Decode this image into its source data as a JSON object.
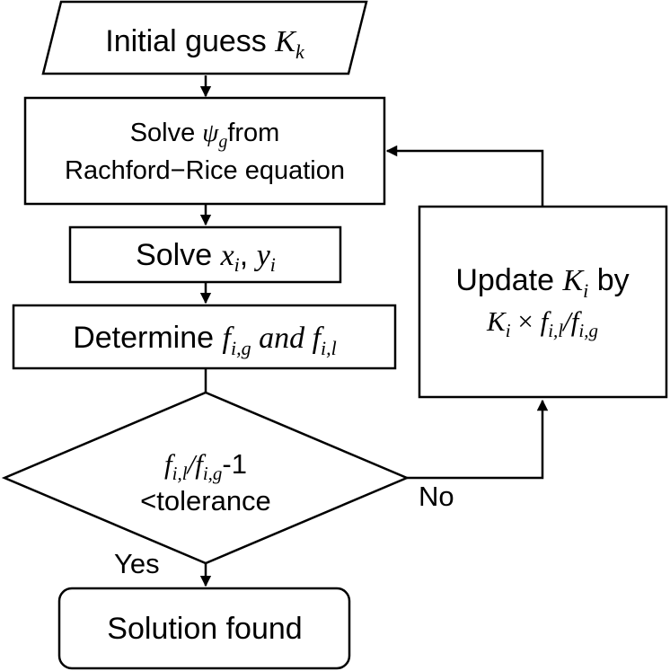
{
  "nodes": {
    "initial": {
      "prefix": "Initial guess ",
      "var": "K",
      "sub": "k"
    },
    "rachford": {
      "pre": "Solve ",
      "var": "ψ",
      "sub": "g",
      "post": "from",
      "line2": "Rachford−Rice equation"
    },
    "solve_xy": {
      "pre": "Solve ",
      "x": "x",
      "x_sub": "i",
      "comma": ", ",
      "y": "y",
      "y_sub": "i"
    },
    "determine": {
      "pre": "Determine ",
      "f1": "f",
      "f1_sub": "i,g",
      "and": " and ",
      "f2": "f",
      "f2_sub": "i,l"
    },
    "decision": {
      "fa": "f",
      "fa_sub": "i,l",
      "slash": "/",
      "fb": "f",
      "fb_sub": "i,g",
      "minus_one": "-1",
      "line2": "<tolerance"
    },
    "update": {
      "line1_pre": "Update ",
      "k": "K",
      "k_sub": "i",
      "line1_post": " by",
      "k2": "K",
      "k2_sub": "i",
      "times": " × ",
      "fa": "f",
      "fa_sub": "i,l",
      "slash": "/",
      "fb": "f",
      "fb_sub": "i,g"
    },
    "solution": {
      "label": "Solution found"
    }
  },
  "edges": {
    "yes_label": "Yes",
    "no_label": "No"
  }
}
